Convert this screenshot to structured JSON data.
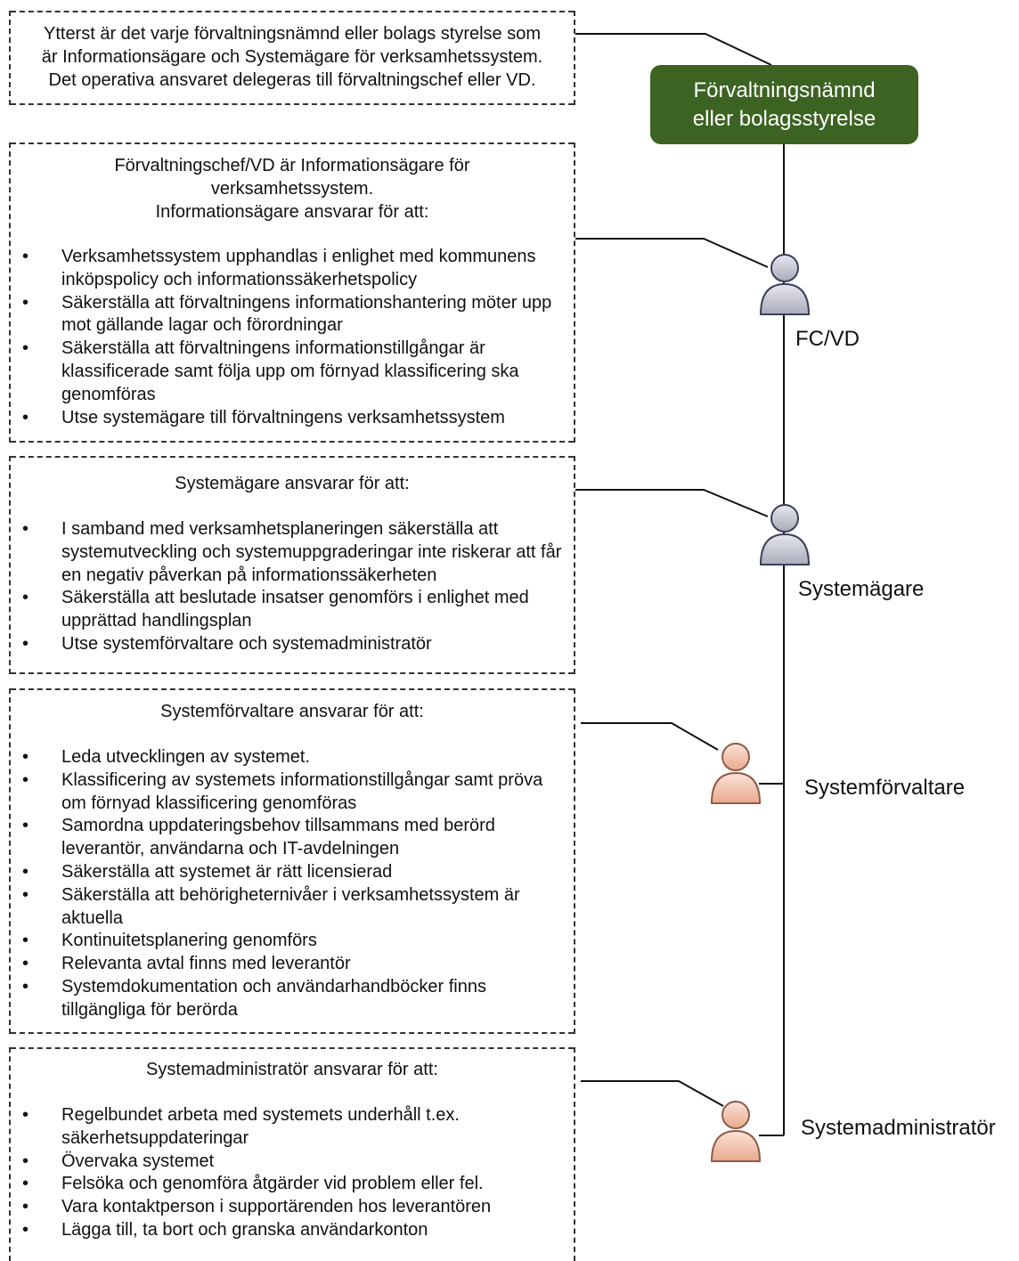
{
  "top_node": {
    "label": "Förvaltningsnämnd\neller bolagsstyrelse",
    "color": "#3c6322"
  },
  "intro_box": {
    "lines": [
      "Ytterst är det varje förvaltningsnämnd eller bolags styrelse som",
      "är Informationsägare och Systemägare för verksamhetssystem.",
      "Det operativa ansvaret delegeras till förvaltningschef eller VD."
    ]
  },
  "roles": [
    {
      "label": "FC/VD",
      "icon": "person-gray-icon",
      "heading": "Förvaltningschef/VD är Informationsägare för\nverksamhetssystem.\nInformationsägare ansvarar för att:",
      "items": [
        "Verksamhetssystem upphandlas i enlighet med kommunens inköpspolicy och informationssäkerhetspolicy",
        "Säkerställa att förvaltningens informationshantering möter upp mot gällande lagar och förordningar",
        "Säkerställa att förvaltningens informationstillgångar är klassificerade samt följa upp om förnyad klassificering ska genomföras",
        "Utse systemägare till förvaltningens verksamhetssystem"
      ]
    },
    {
      "label": "Systemägare",
      "icon": "person-gray-icon",
      "heading": "Systemägare ansvarar för att:",
      "items": [
        "I samband med verksamhetsplaneringen säkerställa att systemutveckling och systemuppgraderingar inte riskerar att får en negativ påverkan på informationssäkerheten",
        "Säkerställa att beslutade insatser genomförs i enlighet med upprättad handlingsplan",
        "Utse systemförvaltare och systemadministratör"
      ]
    },
    {
      "label": "Systemförvaltare",
      "icon": "person-peach-icon",
      "heading": "Systemförvaltare ansvarar för att:",
      "items": [
        "Leda utvecklingen av systemet.",
        "Klassificering av systemets informationstillgångar samt pröva om förnyad klassificering genomföras",
        "Samordna uppdateringsbehov tillsammans med berörd leverantör, användarna och IT-avdelningen",
        "Säkerställa att systemet är rätt licensierad",
        "Säkerställa att behörigheternivåer i verksamhetssystem är aktuella",
        "Kontinuitetsplanering genomförs",
        "Relevanta avtal finns med leverantör",
        "Systemdokumentation och användarhandböcker finns tillgängliga för berörda"
      ]
    },
    {
      "label": "Systemadministratör",
      "icon": "person-peach-icon",
      "heading": "Systemadministratör ansvarar för att:",
      "items": [
        "Regelbundet arbeta med systemets underhåll t.ex. säkerhetsuppdateringar",
        "Övervaka systemet",
        "Felsöka och genomföra åtgärder vid problem eller fel.",
        "Vara kontaktperson i supportärenden hos leverantören",
        "Lägga till, ta bort och granska användarkonton"
      ]
    }
  ]
}
